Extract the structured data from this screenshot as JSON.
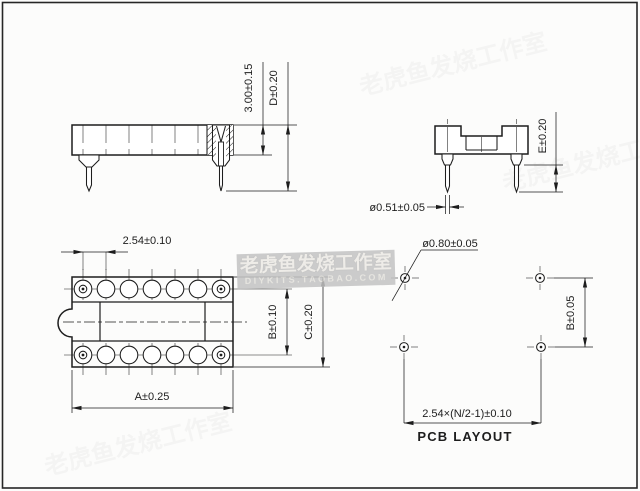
{
  "views": {
    "side_view": {
      "dim_body_height": "3.00±0.15",
      "dim_overall_height": "D±0.20"
    },
    "end_view": {
      "dim_pin_length": "E±0.20",
      "dim_pin_diameter": "ø0.51±0.05"
    },
    "top_view": {
      "dim_pitch": "2.54±0.10",
      "dim_overall_width": "A±0.25",
      "dim_row_spacing": "B±0.10",
      "dim_body_width": "C±0.20"
    },
    "pcb_layout": {
      "dim_hole_diameter": "ø0.80±0.05",
      "dim_row_spacing": "B±0.05",
      "dim_span": "2.54×(N/2-1)±0.10",
      "caption": "PCB LAYOUT"
    }
  },
  "watermark": {
    "title": "老虎鱼发烧工作室",
    "subtitle": "DIYKITS.TAOBAO.COM"
  },
  "colors": {
    "line": "#1d1d1d",
    "watermark_bg": "#c3c3c3",
    "watermark_text": "#eceae5"
  }
}
